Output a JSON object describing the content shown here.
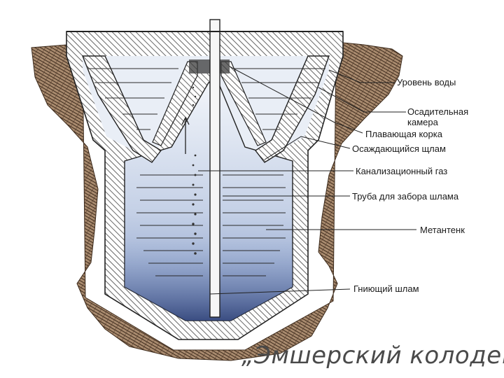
{
  "labels": {
    "water_level": "Уровень воды",
    "settling_chamber_line1": "Осадительная",
    "settling_chamber_line2": "камера",
    "floating_crust": "Плавающая корка",
    "settling_sludge": "Осаждающийся щлам",
    "sewer_gas": "Канализационный газ",
    "sludge_pipe": "Труба для забора шлама",
    "digester": "Метантенк",
    "rotting_sludge": "Гниющий шлам"
  },
  "title": "„Эмшерский колодец\"",
  "colors": {
    "soil": "#a88a6e",
    "soil_hatch": "#3d2b1c",
    "concrete_hatch": "#555555",
    "water_top": "#eef2f8",
    "water_bottom": "#8da3cc",
    "sludge": "#3a4a7a"
  }
}
